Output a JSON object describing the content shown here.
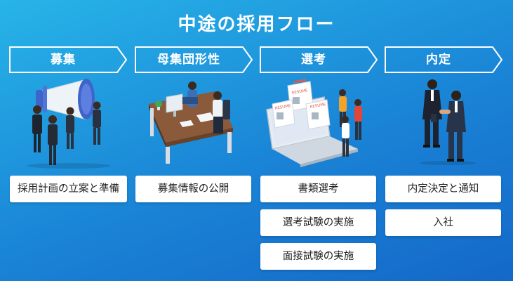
{
  "title": "中途の採用フロー",
  "steps": [
    {
      "label": "募集"
    },
    {
      "label": "母集団形性"
    },
    {
      "label": "選考"
    },
    {
      "label": "内定"
    }
  ],
  "tasks": {
    "col1": [
      "採用計画の立案と準備"
    ],
    "col2": [
      "募集情報の公開"
    ],
    "col3": [
      "書類選考",
      "選考試験の実施",
      "面接試験の実施"
    ],
    "col4": [
      "内定決定と通知",
      "入社"
    ]
  },
  "illustrations": {
    "col1": "megaphone-team-illustration",
    "col2": "desk-meeting-illustration",
    "col3": "laptop-resume-illustration",
    "col4": "handshake-illustration"
  },
  "resume_label": "RESUME",
  "colors": {
    "bg_top": "#27b4e8",
    "bg_bottom": "#1468c8",
    "arrow_stroke": "#ffffff",
    "box_bg": "#ffffff",
    "text_dark": "#222222"
  }
}
